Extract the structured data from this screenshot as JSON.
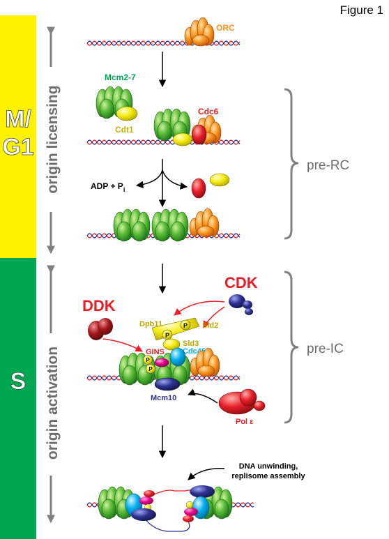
{
  "figure_label": "Figure 1",
  "phases": {
    "licensing": {
      "label_line1": "M/",
      "label_line2": "G1",
      "color": "#FFF200",
      "arrow_label": "origin licensing"
    },
    "activation": {
      "label": "S",
      "color": "#00A651",
      "arrow_label": "origin activation"
    }
  },
  "labels": {
    "orc": "ORC",
    "mcm27": "Mcm2-7",
    "cdt1": "Cdt1",
    "cdc6": "Cdc6",
    "adp": "ADP + P",
    "adp_sub": "i",
    "cdk": "CDK",
    "ddk": "DDK",
    "dpb11": "Dpb11",
    "sld2": "Sld2",
    "sld3": "Sld3",
    "cdc45": "Cdc45",
    "gins": "GINS",
    "mcm10": "Mcm10",
    "pol": "Pol ε",
    "p": "P",
    "unwind_line1": "DNA unwinding,",
    "unwind_line2": "replisome assembly",
    "pre_rc": "pre-RC",
    "pre_ic": "pre-IC"
  },
  "colors": {
    "orc": "#F7941D",
    "mcm": "#3DA935",
    "cdt1": "#FFF200",
    "cdc6": "#ED1C24",
    "cdk": "#2E3192",
    "ddk": "#A3191E",
    "sld_dpb": "#E8E000",
    "cdc45": "#00AEEF",
    "gins": "#EC008C",
    "mcm10": "#2E3192",
    "pol": "#ED1C24",
    "mcm_label": "#00A651",
    "cdt1_label": "#C8B400",
    "orc_label": "#F7941D",
    "red_label": "#ED1C24",
    "blue_label": "#2E3192",
    "cdc45_label": "#00AEEF",
    "dna_a": "#ED1C24",
    "dna_b": "#2E3192",
    "bracket": "#808080"
  }
}
